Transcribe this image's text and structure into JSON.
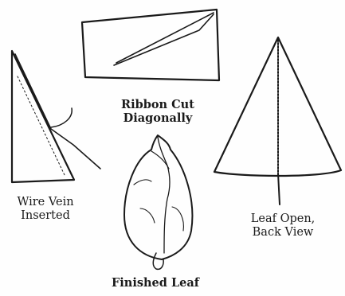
{
  "figures": {
    "ribbon_cut": {
      "caption_line1": "Ribbon Cut",
      "caption_line2": "Diagonally"
    },
    "wire_vein": {
      "caption_line1": "Wire Vein",
      "caption_line2": "Inserted"
    },
    "leaf_open": {
      "caption_line1": "Leaf Open,",
      "caption_line2": "Back View"
    },
    "finished_leaf": {
      "caption": "Finished Leaf"
    }
  },
  "colors": {
    "ink": "#1a1a1a",
    "paper": "#fefefe"
  }
}
